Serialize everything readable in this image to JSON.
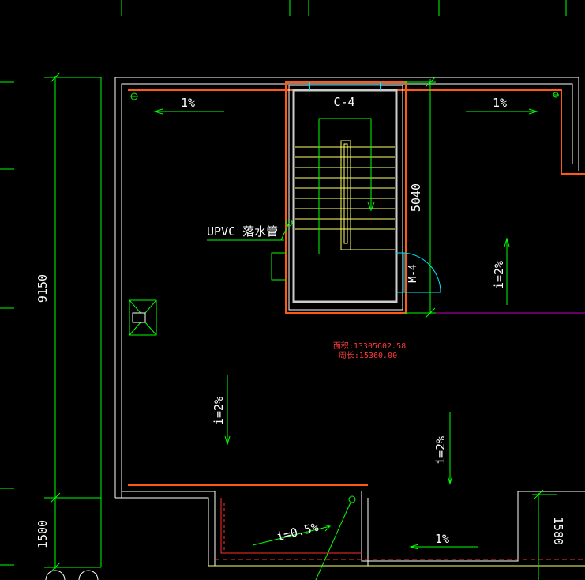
{
  "colors": {
    "background": "#000000",
    "boundary": "#ff5a14",
    "dimension": "#00ff00",
    "wall": "#ffffff",
    "stairs": "#ffff66",
    "door": "#00e5ff",
    "area_note": "#ff2a2a",
    "zone_line": "#c000c0"
  },
  "dimensions": {
    "overall_height": "9150",
    "lower_height": "1500",
    "stair_height": "5040",
    "right_bottom": "1580"
  },
  "labels": {
    "window": "C-4",
    "door": "M-4",
    "downpipe": "UPVC 落水管",
    "slope_top_left": "1%",
    "slope_top_right": "1%",
    "slope_bottom": "1%",
    "slope_right": "i=2%",
    "slope_left": "i=2%",
    "slope_center": "i=2%",
    "slope_balcony": "i=0.5%"
  },
  "area_note": {
    "area": "面积:13305602.58",
    "perimeter": "周长:15360.00"
  }
}
